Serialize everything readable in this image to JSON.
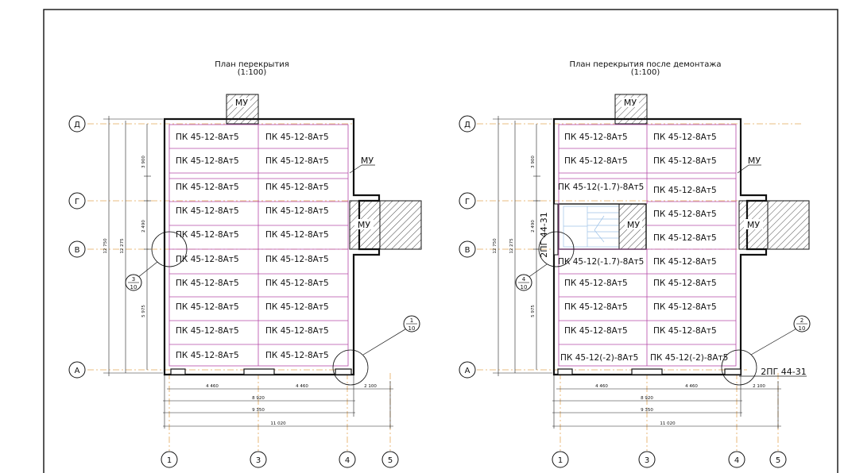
{
  "left_plan": {
    "title": "План перекрытия",
    "scale": "(1:100)",
    "slabs_left": [
      "ПК 45-12-8Ат5",
      "ПК 45-12-8Ат5",
      "ПК 45-12-8Ат5",
      "ПК 45-12-8Ат5",
      "ПК 45-12-8Ат5",
      "ПК 45-12-8Ат5",
      "ПК 45-12-8Ат5",
      "ПК 45-12-8Ат5",
      "ПК 45-12-8Ат5",
      "ПК 45-12-8Ат5"
    ],
    "slabs_right": [
      "ПК 45-12-8Ат5",
      "ПК 45-12-8Ат5",
      "ПК 45-12-8Ат5",
      "ПК 45-12-8Ат5",
      "ПК 45-12-8Ат5",
      "ПК 45-12-8Ат5",
      "ПК 45-12-8Ат5",
      "ПК 45-12-8Ат5",
      "ПК 45-12-8Ат5",
      "ПК 45-12-8Ат5"
    ],
    "mu_top": "МУ",
    "mu_right": "МУ",
    "mu_leader": "МУ",
    "callout_a": {
      "num": "3",
      "den": "10"
    },
    "callout_b": {
      "num": "1",
      "den": "10"
    },
    "dims_vertical": [
      "12 750",
      "12 275",
      "3 900",
      "2 490",
      "5 975"
    ],
    "dims_horizontal": [
      "4 460",
      "4 460",
      "2 100",
      "8 920",
      "9 350",
      "11 020"
    ]
  },
  "right_plan": {
    "title": "План перекрытия после демонтажа",
    "scale": "(1:100)",
    "slabs_left": [
      "ПК 45-12-8Ат5",
      "ПК 45-12-8Ат5",
      "ПК 45-12(-1.7)-8Ат5",
      "",
      "",
      "ПК 45-12(-1.7)-8Ат5",
      "ПК 45-12-8Ат5",
      "ПК 45-12-8Ат5",
      "ПК 45-12-8Ат5",
      "ПК 45-12(-2)-8Ат5"
    ],
    "slabs_right": [
      "ПК 45-12-8Ат5",
      "ПК 45-12-8Ат5",
      "ПК 45-12-8Ат5",
      "ПК 45-12-8Ат5",
      "ПК 45-12-8Ат5",
      "ПК 45-12-8Ат5",
      "ПК 45-12-8Ат5",
      "ПК 45-12-8Ат5",
      "ПК 45-12-8Ат5",
      "ПК 45-12(-2)-8Ат5"
    ],
    "mu_top": "МУ",
    "mu_right": "МУ",
    "mu_leader": "МУ",
    "mu_stair": "МУ",
    "beam_vertical": "2ПГ 44-31",
    "beam_bottom": "2ПГ 44-31",
    "callout_a": {
      "num": "4",
      "den": "10"
    },
    "callout_b": {
      "num": "2",
      "den": "10"
    },
    "dims_vertical": [
      "12 750",
      "12 275",
      "3 900",
      "2 490",
      "5 975"
    ],
    "dims_horizontal": [
      "4 460",
      "4 460",
      "2 100",
      "8 920",
      "9 350",
      "11 020"
    ]
  },
  "axes_rows": [
    "Д",
    "Г",
    "В",
    "А"
  ],
  "axes_cols": [
    "1",
    "3",
    "4",
    "5"
  ],
  "colors": {
    "slab_line": "#b54aa8",
    "axis_dash": "#e3a85a",
    "stair": "#9fc3e8",
    "ink": "#111111"
  }
}
